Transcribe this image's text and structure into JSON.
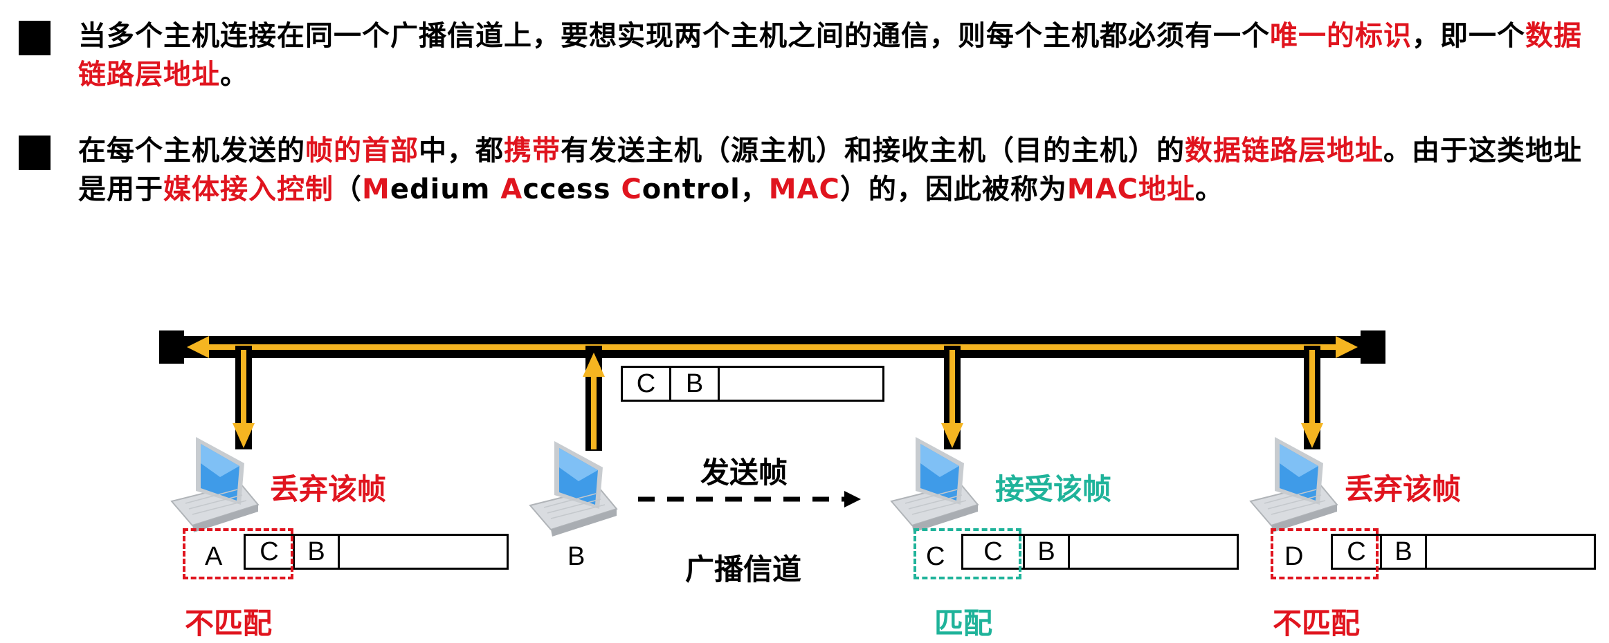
{
  "paragraphs": [
    {
      "segments": [
        {
          "text": "当多个主机连接在同一个广播信道上，要想实现两个主机之间的通信，则每个主机都必须有一个",
          "highlight": false
        },
        {
          "text": "唯一的标识",
          "highlight": true
        },
        {
          "text": "，即一个",
          "highlight": false
        },
        {
          "text": "数据链路层地址",
          "highlight": true
        },
        {
          "text": "。",
          "highlight": false
        }
      ]
    },
    {
      "segments": [
        {
          "text": "在每个主机发送的",
          "highlight": false
        },
        {
          "text": "帧的首部",
          "highlight": true
        },
        {
          "text": "中，都",
          "highlight": false
        },
        {
          "text": "携带",
          "highlight": true
        },
        {
          "text": "有发送主机（源主机）和接收主机（目的主机）的",
          "highlight": false
        },
        {
          "text": "数据链路层地址",
          "highlight": true
        },
        {
          "text": "。由于这类地址是用于",
          "highlight": false
        },
        {
          "text": "媒体接入控制",
          "highlight": true
        },
        {
          "text": "（",
          "highlight": false
        },
        {
          "text": "M",
          "highlight": true
        },
        {
          "text": "edium ",
          "highlight": false
        },
        {
          "text": "A",
          "highlight": true
        },
        {
          "text": "ccess ",
          "highlight": false
        },
        {
          "text": "C",
          "highlight": true
        },
        {
          "text": "ontrol，",
          "highlight": false
        },
        {
          "text": "MAC",
          "highlight": true
        },
        {
          "text": "）的，因此被称为",
          "highlight": false
        },
        {
          "text": "MAC地址",
          "highlight": true
        },
        {
          "text": "。",
          "highlight": false
        }
      ]
    }
  ],
  "diagram": {
    "sent_frame": {
      "dest": "C",
      "src": "B"
    },
    "send_label": "发送帧",
    "channel_label": "广播信道",
    "sender_label": "B",
    "hosts": [
      {
        "address": "A",
        "frame_dest": "C",
        "frame_src": "B",
        "action": "丢弃该帧",
        "result": "不匹配",
        "match": false
      },
      {
        "address": "C",
        "frame_dest": "C",
        "frame_src": "B",
        "action": "接受该帧",
        "result": "匹配",
        "match": true
      },
      {
        "address": "D",
        "frame_dest": "C",
        "frame_src": "B",
        "action": "丢弃该帧",
        "result": "不匹配",
        "match": false
      }
    ]
  },
  "colors": {
    "highlight": "#e0141e",
    "match": "#1fb39a",
    "bus": "#000000",
    "signal": "#f5b521",
    "laptop_screen": "#3f9be8"
  }
}
